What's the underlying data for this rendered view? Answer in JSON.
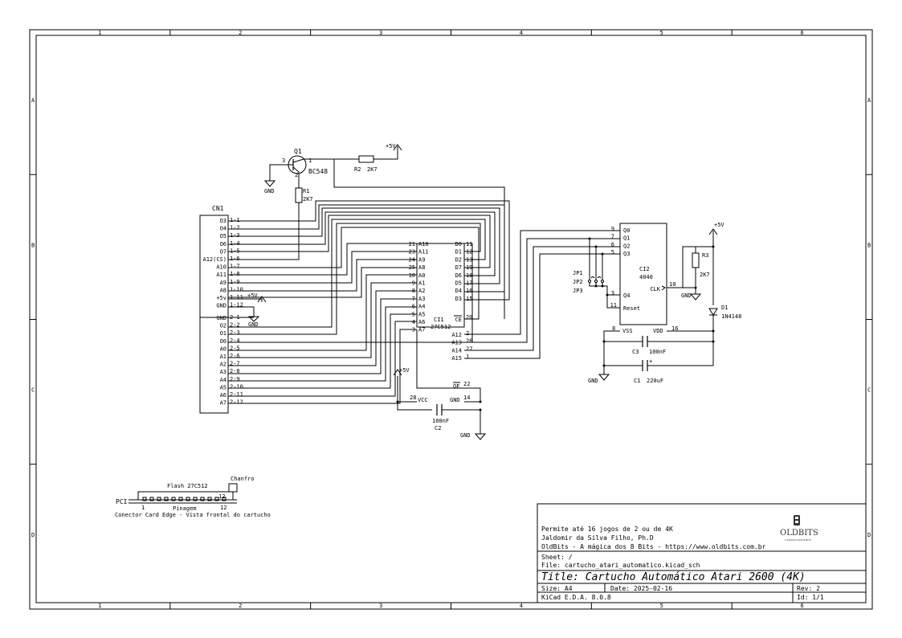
{
  "frame": {
    "cols": [
      "1",
      "2",
      "3",
      "4",
      "5",
      "6"
    ],
    "rows": [
      "A",
      "B",
      "C",
      "D"
    ]
  },
  "cn1": {
    "ref": "CN1",
    "left_labels": [
      "O3",
      "O4",
      "O5",
      "O6",
      "O7",
      "A12(CS)",
      "A10",
      "A11",
      "A9",
      "A8",
      "+5v",
      "GND",
      "GND",
      "O2",
      "O1",
      "O0",
      "A0",
      "A1",
      "A2",
      "A3",
      "A4",
      "A5",
      "A6",
      "A7"
    ],
    "right_pins": [
      "1-1",
      "1-2",
      "1-3",
      "1-4",
      "1-5",
      "1-6",
      "1-7",
      "1-8",
      "1-9",
      "1-10",
      "1-11",
      "1-12",
      "2-1",
      "2-2",
      "2-3",
      "2-4",
      "2-5",
      "2-6",
      "2-7",
      "2-8",
      "2-9",
      "2-10",
      "2-11",
      "2-12"
    ],
    "pwr_label": "+5V",
    "gnd_label": "GND"
  },
  "q1": {
    "ref": "Q1",
    "value": "BC548",
    "pin_left": "3",
    "pin_right": "1",
    "pin_bottom": "2"
  },
  "r2": {
    "ref": "R2",
    "value": "2K7"
  },
  "r1": {
    "ref": "R1",
    "value": "2K7"
  },
  "r3": {
    "ref": "R3",
    "value": "2K7"
  },
  "d1": {
    "ref": "D1",
    "value": "1N4148"
  },
  "c1": {
    "ref": "C1",
    "value": "220uF",
    "plus": "+"
  },
  "c2": {
    "ref": "C2",
    "value": "100nF"
  },
  "c3": {
    "ref": "C3",
    "value": "100nF"
  },
  "power": {
    "p5v": "+5V",
    "gnd": "GND"
  },
  "ci1": {
    "ref": "CI1",
    "value": "27C512",
    "left_pins": [
      {
        "num": "21",
        "name": "A10"
      },
      {
        "num": "23",
        "name": "A11"
      },
      {
        "num": "24",
        "name": "A9"
      },
      {
        "num": "25",
        "name": "A8"
      },
      {
        "num": "10",
        "name": "A0"
      },
      {
        "num": "9",
        "name": "A1"
      },
      {
        "num": "8",
        "name": "A2"
      },
      {
        "num": "7",
        "name": "A3"
      },
      {
        "num": "6",
        "name": "A4"
      },
      {
        "num": "5",
        "name": "A5"
      },
      {
        "num": "4",
        "name": "A6"
      },
      {
        "num": "3",
        "name": "A7"
      }
    ],
    "right_top": [
      {
        "name": "D0",
        "num": "11"
      },
      {
        "name": "D1",
        "num": "12"
      },
      {
        "name": "D2",
        "num": "13"
      },
      {
        "name": "D7",
        "num": "19"
      },
      {
        "name": "D6",
        "num": "18"
      },
      {
        "name": "D5",
        "num": "17"
      },
      {
        "name": "D4",
        "num": "16"
      },
      {
        "name": "D3",
        "num": "15"
      }
    ],
    "ce": {
      "name": "CE",
      "num": "20"
    },
    "right_high": [
      {
        "name": "A12",
        "num": "2"
      },
      {
        "name": "A13",
        "num": "26"
      },
      {
        "name": "A14",
        "num": "27"
      },
      {
        "name": "A15",
        "num": "1"
      }
    ],
    "oe": {
      "name": "OE",
      "num": "22"
    },
    "gnd": {
      "name": "GND",
      "num": "14"
    },
    "vcc": {
      "name": "VCC",
      "num": "28"
    }
  },
  "ci2": {
    "ref": "CI2",
    "value": "4040",
    "pins_q": [
      {
        "num": "9",
        "name": "Q0"
      },
      {
        "num": "7",
        "name": "Q1"
      },
      {
        "num": "6",
        "name": "Q2"
      },
      {
        "num": "5",
        "name": "Q3"
      }
    ],
    "q4": {
      "num": "3",
      "name": "Q4"
    },
    "reset": {
      "num": "11",
      "name": "Reset"
    },
    "clk": {
      "num": "10",
      "name": "CLK"
    },
    "vss": {
      "num": "8",
      "name": "VSS"
    },
    "vdd": {
      "num": "16",
      "name": "VDD"
    }
  },
  "jumpers": [
    "JP1",
    "JP2",
    "JP3"
  ],
  "edge": {
    "chanfro": "Chanfro",
    "flash": "Flash 27C512",
    "pci": "PCI",
    "pin_first": "1",
    "pin_last": "12",
    "pinagem": "Pinagem",
    "caption": "Conector Card Edge - Vista frontal do cartucho"
  },
  "title_block": {
    "comment1": "Permite até 16 jogos de 2 ou de 4K",
    "comment2": "Jaldomir da Silva Filho, Ph.D",
    "comment3": "OldBits - A mágica dos 8 Bits - https://www.oldbits.com.br",
    "logo": "OLDBITS",
    "logo_tag": "A MÁGICA DOS 8 BITS",
    "sheet": "Sheet: /",
    "file": "File: cartucho_atari_automatico.kicad_sch",
    "title": "Title: Cartucho Automático Atari 2600 (4K)",
    "size": "Size: A4",
    "date": "Date: 2025-02-16",
    "rev": "Rev: 2",
    "tool": "KiCad E.D.A. 8.0.8",
    "id": "Id: 1/1"
  }
}
